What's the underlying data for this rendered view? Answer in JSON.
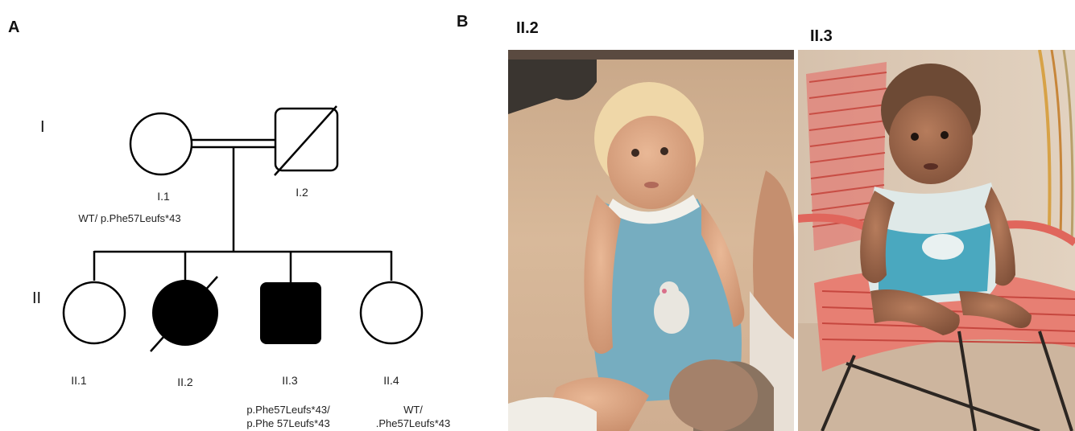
{
  "panel_a": {
    "letter": "A",
    "generations": [
      "I",
      "II"
    ],
    "individuals": {
      "I1": {
        "label": "I.1",
        "genotype": "WT/ p.Phe57Leufs*43"
      },
      "I2": {
        "label": "I.2"
      },
      "II1": {
        "label": "II.1"
      },
      "II2": {
        "label": "II.2"
      },
      "II3": {
        "label": "II.3",
        "genotype_line1": "p.Phe57Leufs*43/",
        "genotype_line2": "p.Phe 57Leufs*43"
      },
      "II4": {
        "label": "II.4",
        "genotype_line1": "WT/",
        "genotype_line2": ".Phe57Leufs*43"
      }
    }
  },
  "panel_b": {
    "letter": "B",
    "photos": [
      {
        "title": "II.2"
      },
      {
        "title": "II.3"
      }
    ]
  }
}
